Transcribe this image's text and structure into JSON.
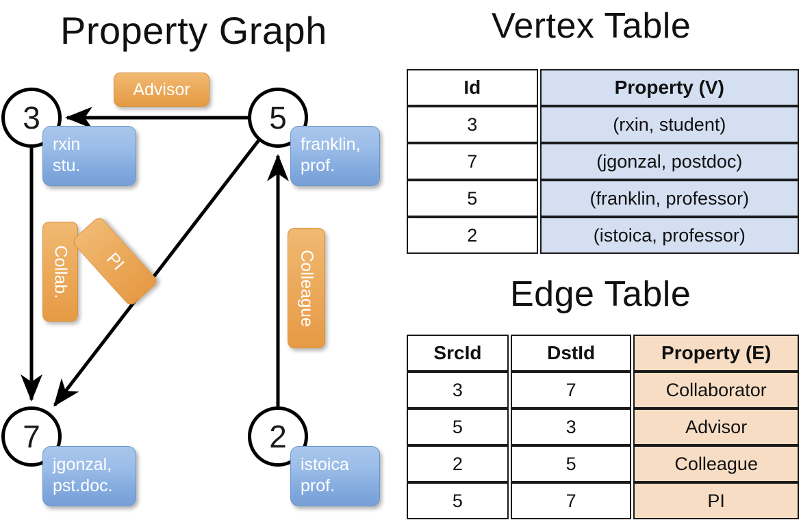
{
  "titles": {
    "property_graph": "Property Graph",
    "vertex_table": "Vertex Table",
    "edge_table": "Edge Table"
  },
  "colors": {
    "vertex_chip_fill": "#9bbde8",
    "vertex_chip_border": "#6a97ce",
    "edge_chip_fill": "#ecab5d",
    "edge_chip_border": "#d98f38",
    "vertex_table_property_bg": "#d4e0f2",
    "edge_table_property_bg": "#f6ddc4",
    "node_stroke": "#000000",
    "background": "#ffffff"
  },
  "graph": {
    "nodes": [
      {
        "id": "3",
        "name": "node-3",
        "property_line1": "rxin",
        "property_line2": "stu."
      },
      {
        "id": "5",
        "name": "node-5",
        "property_line1": "franklin,",
        "property_line2": "prof."
      },
      {
        "id": "7",
        "name": "node-7",
        "property_line1": "jgonzal,",
        "property_line2": "pst.doc."
      },
      {
        "id": "2",
        "name": "node-2",
        "property_line1": "istoica",
        "property_line2": "prof."
      }
    ],
    "edge_labels": [
      {
        "name": "advisor",
        "text": "Advisor",
        "orientation": "horizontal"
      },
      {
        "name": "collab",
        "text": "Collab.",
        "orientation": "vertical"
      },
      {
        "name": "pi",
        "text": "PI",
        "orientation": "diagonal"
      },
      {
        "name": "colleague",
        "text": "Colleague",
        "orientation": "vertical"
      }
    ],
    "edges": [
      {
        "from": "5",
        "to": "3",
        "label": "Advisor"
      },
      {
        "from": "3",
        "to": "7",
        "label": "Collab."
      },
      {
        "from": "5",
        "to": "7",
        "label": "PI"
      },
      {
        "from": "2",
        "to": "5",
        "label": "Colleague"
      }
    ]
  },
  "vertex_table": {
    "headers": [
      "Id",
      "Property (V)"
    ],
    "rows": [
      {
        "id": "3",
        "property": "(rxin, student)"
      },
      {
        "id": "7",
        "property": "(jgonzal, postdoc)"
      },
      {
        "id": "5",
        "property": "(franklin, professor)"
      },
      {
        "id": "2",
        "property": "(istoica, professor)"
      }
    ]
  },
  "edge_table": {
    "headers": [
      "SrcId",
      "DstId",
      "Property (E)"
    ],
    "rows": [
      {
        "src": "3",
        "dst": "7",
        "property": "Collaborator"
      },
      {
        "src": "5",
        "dst": "3",
        "property": "Advisor"
      },
      {
        "src": "2",
        "dst": "5",
        "property": "Colleague"
      },
      {
        "src": "5",
        "dst": "7",
        "property": "PI"
      }
    ]
  }
}
